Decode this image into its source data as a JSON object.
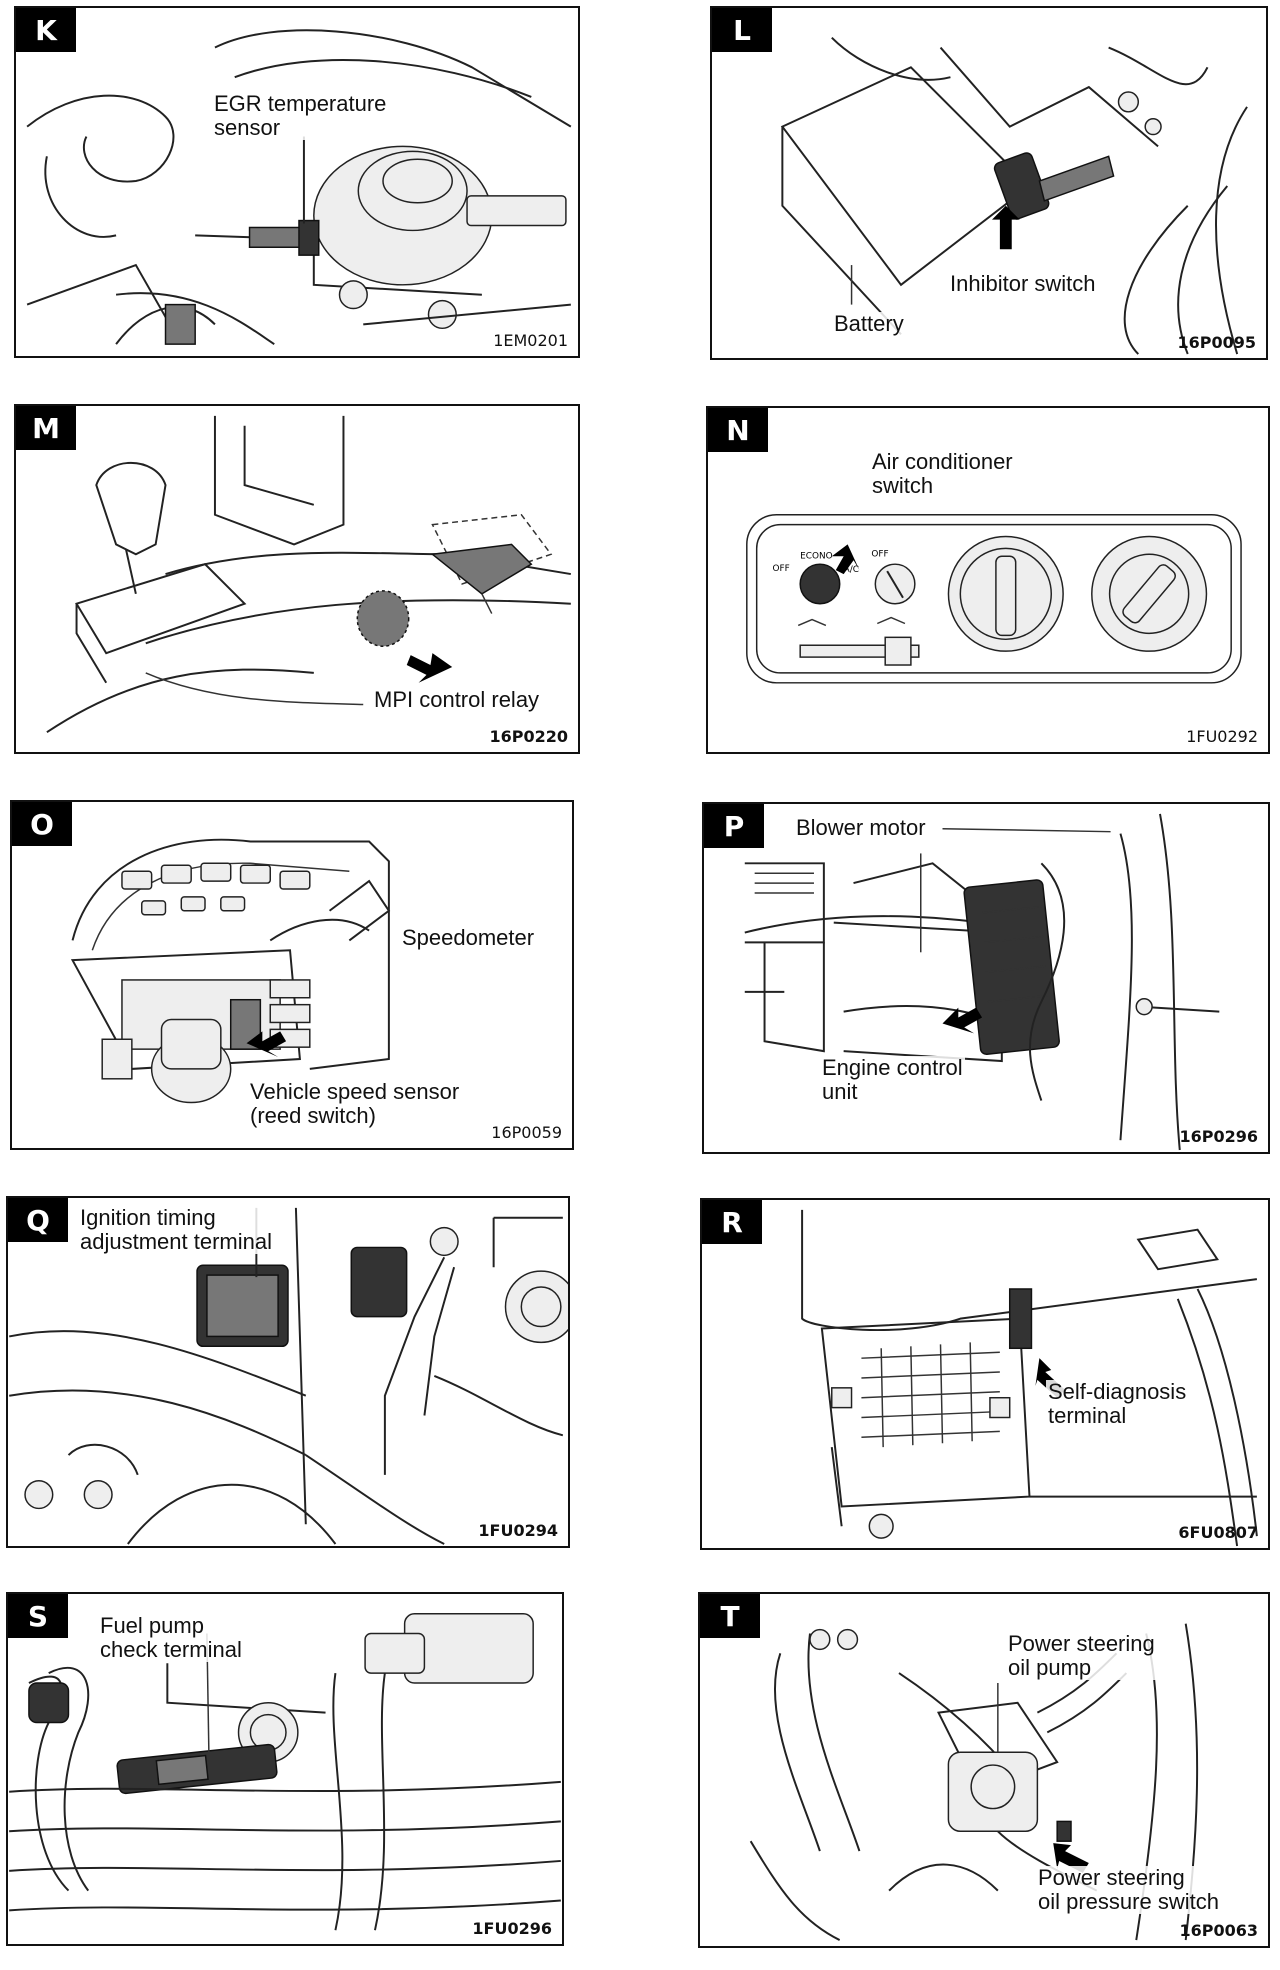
{
  "panels": [
    {
      "letter": "K",
      "labels": [
        "EGR temperature\nsensor"
      ],
      "code": "1EM0201"
    },
    {
      "letter": "L",
      "labels": [
        "Inhibitor switch",
        "Battery"
      ],
      "code": "16P0095"
    },
    {
      "letter": "M",
      "labels": [
        "MPI control relay"
      ],
      "code": "16P0220"
    },
    {
      "letter": "N",
      "labels": [
        "Air conditioner\nswitch"
      ],
      "code": "1FU0292",
      "knob_text": {
        "econo": "ECONO",
        "off": "OFF",
        "ac": "A/C",
        "off2": "OFF"
      }
    },
    {
      "letter": "O",
      "labels": [
        "Speedometer",
        "Vehicle speed sensor\n(reed switch)"
      ],
      "code": "16P0059"
    },
    {
      "letter": "P",
      "labels": [
        "Blower motor",
        "Engine control\nunit"
      ],
      "code": "16P0296"
    },
    {
      "letter": "Q",
      "labels": [
        "Ignition timing\nadjustment terminal"
      ],
      "code": "1FU0294"
    },
    {
      "letter": "R",
      "labels": [
        "Self-diagnosis\nterminal"
      ],
      "code": "6FU0807"
    },
    {
      "letter": "S",
      "labels": [
        "Fuel pump\ncheck terminal"
      ],
      "code": "1FU0296"
    },
    {
      "letter": "T",
      "labels": [
        "Power steering\noil pump",
        "Power steering\noil pressure switch"
      ],
      "code": "16P0063"
    }
  ]
}
